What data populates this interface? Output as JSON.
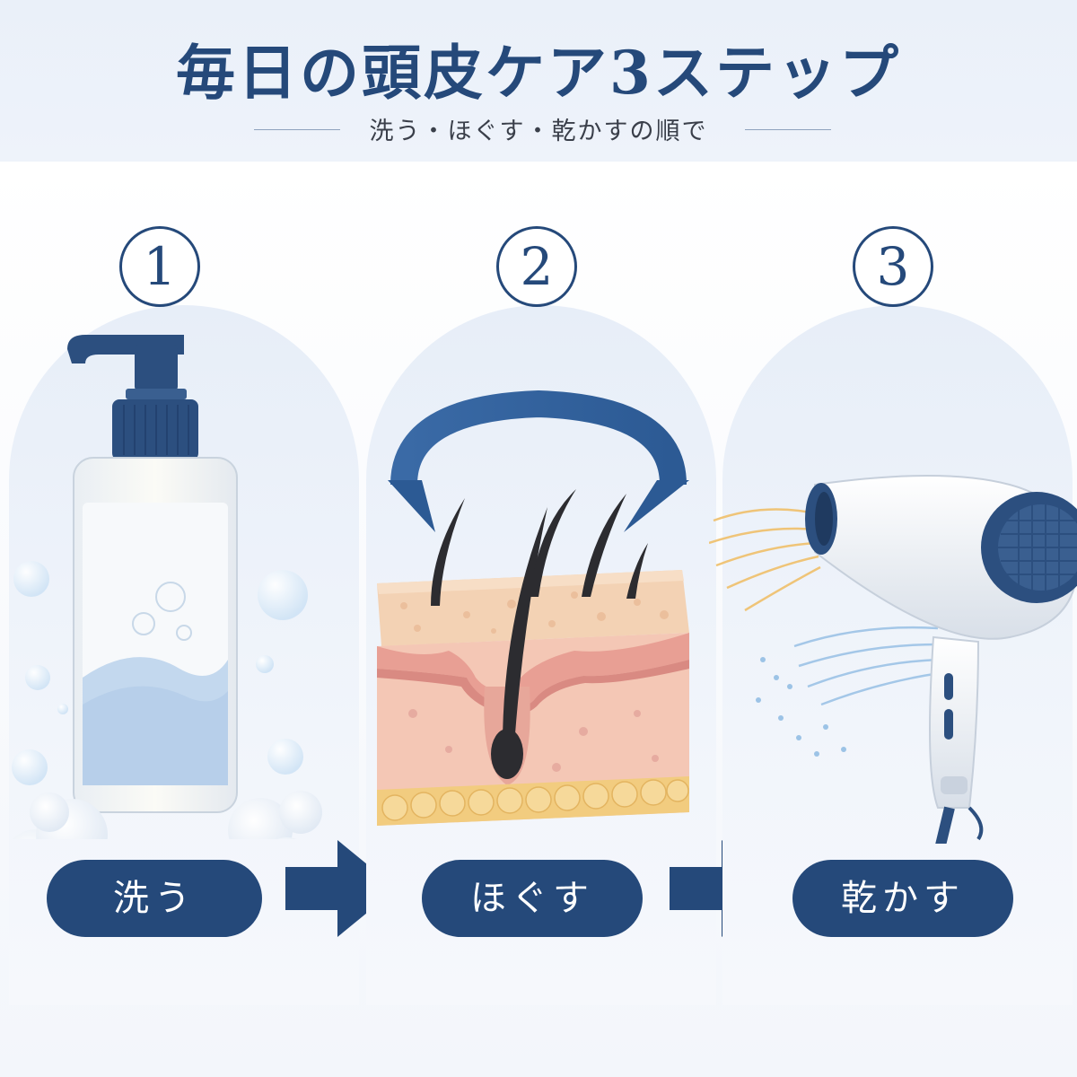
{
  "header": {
    "title": "毎日の頭皮ケア3ステップ",
    "subtitle": "洗う・ほぐす・乾かすの順で"
  },
  "steps": [
    {
      "number": "1",
      "label": "洗う",
      "icon": "shampoo-bottle-icon"
    },
    {
      "number": "2",
      "label": "ほぐす",
      "icon": "scalp-cross-section-icon"
    },
    {
      "number": "3",
      "label": "乾かす",
      "icon": "hair-dryer-icon"
    }
  ],
  "colors": {
    "navy": "#25497a",
    "panel": "#e7eef8",
    "background": "#f4f7fc",
    "skin": "#f3d2b4",
    "fat": "#f2cc7f",
    "warm_air": "#f0c06a",
    "cool_air": "#9cc3e6"
  }
}
